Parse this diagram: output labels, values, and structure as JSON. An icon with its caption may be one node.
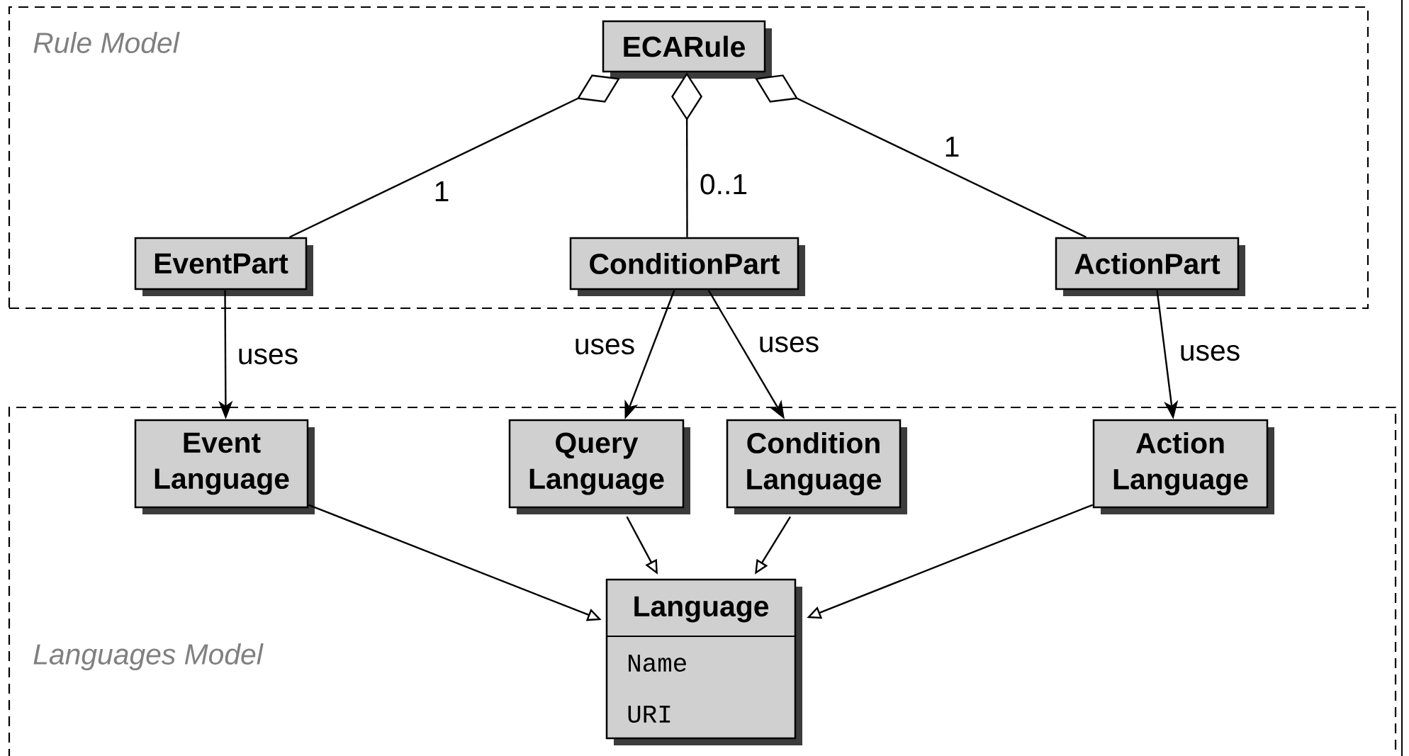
{
  "diagram": {
    "nodes": [
      {
        "text": [
          "Rule Model"
        ]
      },
      {
        "text": [
          "ECARule"
        ],
        "in": 0
      },
      {
        "text": [
          "EventPart"
        ],
        "in": 0
      },
      {
        "text": [
          "ConditionPart"
        ],
        "in": 0
      },
      {
        "text": [
          "ActionPart"
        ],
        "in": 0
      },
      {
        "text": [
          "Languages Model"
        ]
      },
      {
        "text": [
          "Event Language"
        ],
        "in": 5
      },
      {
        "text": [
          "Query Language"
        ],
        "in": 5
      },
      {
        "text": [
          "Condition Language"
        ],
        "in": 5
      },
      {
        "text": [
          "Action Language"
        ],
        "in": 5
      },
      {
        "text": [
          "Language",
          "Name",
          "URI"
        ],
        "in": 5
      }
    ],
    "edges": [
      {
        "from": 2,
        "to": 1,
        "arrow": "other",
        "label": "1"
      },
      {
        "from": 3,
        "to": 1,
        "arrow": "other",
        "label": "0..1"
      },
      {
        "from": 4,
        "to": 1,
        "arrow": "other",
        "label": "1"
      },
      {
        "from": 2,
        "to": 6,
        "arrow": "to",
        "label": "uses"
      },
      {
        "from": 3,
        "to": 7,
        "arrow": "to",
        "label": "uses"
      },
      {
        "from": 3,
        "to": 8,
        "arrow": "to",
        "label": "uses"
      },
      {
        "from": 4,
        "to": 9,
        "arrow": "to",
        "label": "uses"
      },
      {
        "from": 6,
        "to": 10,
        "arrow": "to"
      },
      {
        "from": 7,
        "to": 10,
        "arrow": "to"
      },
      {
        "from": 8,
        "to": 10,
        "arrow": "to"
      },
      {
        "from": 9,
        "to": 10,
        "arrow": "to"
      }
    ]
  }
}
